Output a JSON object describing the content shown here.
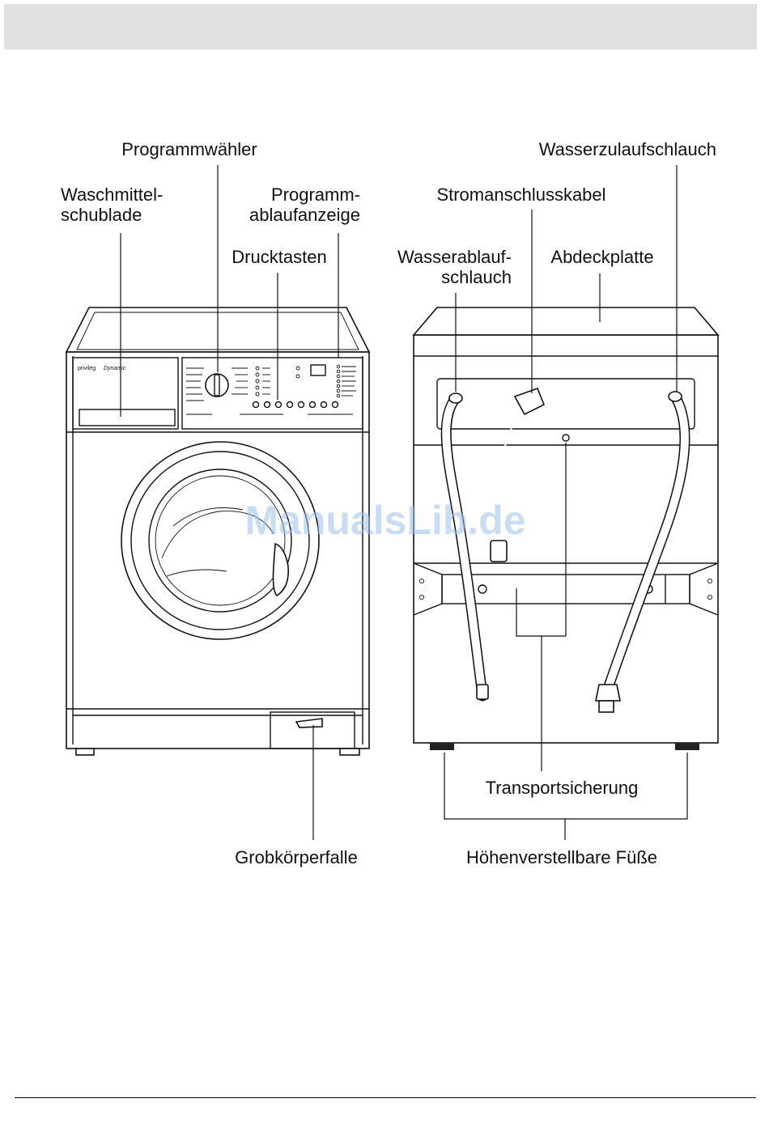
{
  "labels": {
    "programmwaehler": "Programmwähler",
    "waschmittel_line1": "Waschmittel-",
    "waschmittel_line2": "schublade",
    "programmablauf_line1": "Programm-",
    "programmablauf_line2": "ablaufanzeige",
    "drucktasten": "Drucktasten",
    "wasserzulauf": "Wasserzulaufschlauch",
    "stromanschluss": "Stromanschlusskabel",
    "wasserablauf_line1": "Wasserablauf-",
    "wasserablauf_line2": "schlauch",
    "abdeckplatte": "Abdeckplatte",
    "transportsicherung": "Transportsicherung",
    "grobkoerperfalle": "Grobkörperfalle",
    "fuesse": "Höhenverstellbare Füße"
  },
  "panel": {
    "brand": "privileg",
    "model": "Dynamic"
  },
  "watermark": "ManualsLib.de"
}
